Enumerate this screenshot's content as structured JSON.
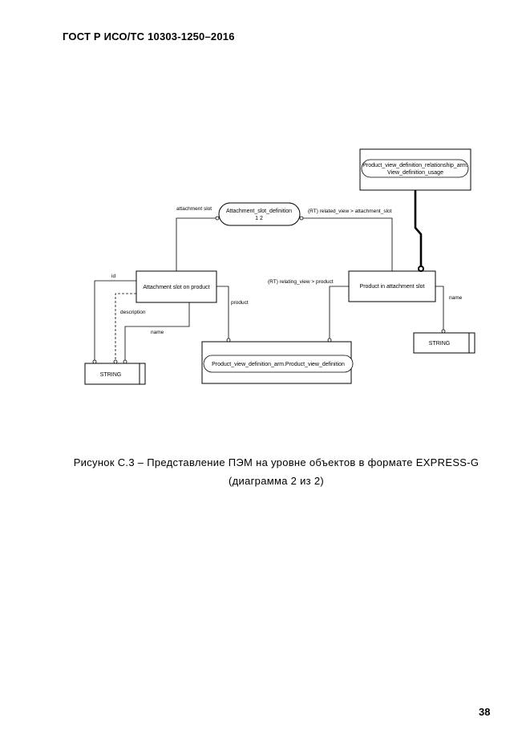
{
  "header": {
    "title": "ГОСТ Р ИСО/ТС 10303-1250–2016"
  },
  "diagram": {
    "entities": {
      "pvdr_line1": "Product_view_definition_relationship_arm.",
      "pvdr_line2": "View_definition_usage",
      "attachment_slot_def_line1": "Attachment_slot_definition",
      "attachment_slot_def_line2": "1  2",
      "attachment_slot_on_product": "Attachment  slot  on  product",
      "product_in_attachment_slot": "Product  in  attachment  slot",
      "pvd_arm": "Product_view_definition_arm.Product_view_definition",
      "string_left": "STRING",
      "string_right": "STRING"
    },
    "labels": {
      "attachment_slot": "attachment  slot",
      "related_view": "(RT) related_view > attachment_slot",
      "relating_view": "(RT) relating_view > product",
      "id": "id",
      "description": "description",
      "name_left": "name",
      "product": "product",
      "name_right": "name"
    }
  },
  "caption": {
    "line1": "Рисунок  С.3 – Представление ПЭМ на уровне объектов в формате EXPRESS-G",
    "line2": "(диаграмма 2 из 2)"
  },
  "page_number": "38"
}
